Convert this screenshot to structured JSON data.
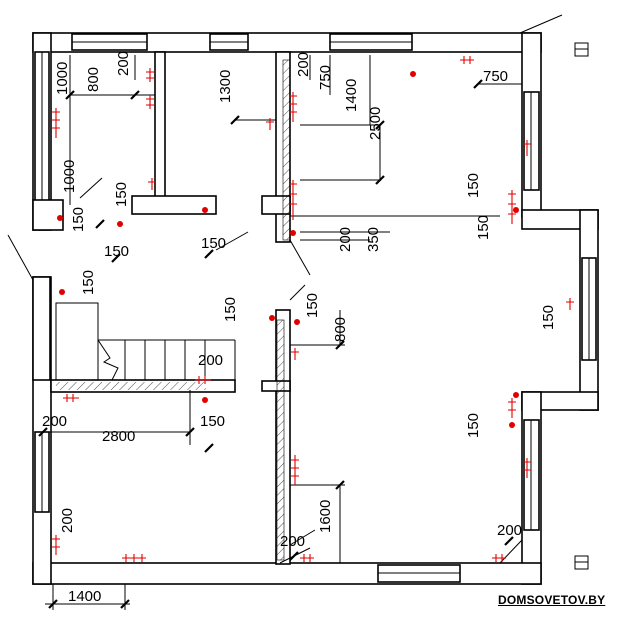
{
  "watermark": "DOMSOVETOV.BY",
  "dims": {
    "d1000a": "1000",
    "d800a": "800",
    "d200a": "200",
    "d1300": "1300",
    "d200b": "200",
    "d750a": "750",
    "d1400a": "1400",
    "d2500": "2500",
    "d750b": "750",
    "d1000b": "1000",
    "d150a": "150",
    "d150b": "150",
    "d150c": "150",
    "d150d": "150",
    "d200c": "200",
    "d350": "350",
    "d150e": "150",
    "d150f": "150",
    "d150g": "150",
    "d150h": "150",
    "d150i": "150",
    "d800b": "800",
    "d150j": "150",
    "d200d": "200",
    "d200e": "200",
    "d2800": "2800",
    "d150k": "150",
    "d150l": "150",
    "d200f": "200",
    "d1600": "1600",
    "d200g": "200",
    "d200h": "200",
    "d1400b": "1400"
  }
}
